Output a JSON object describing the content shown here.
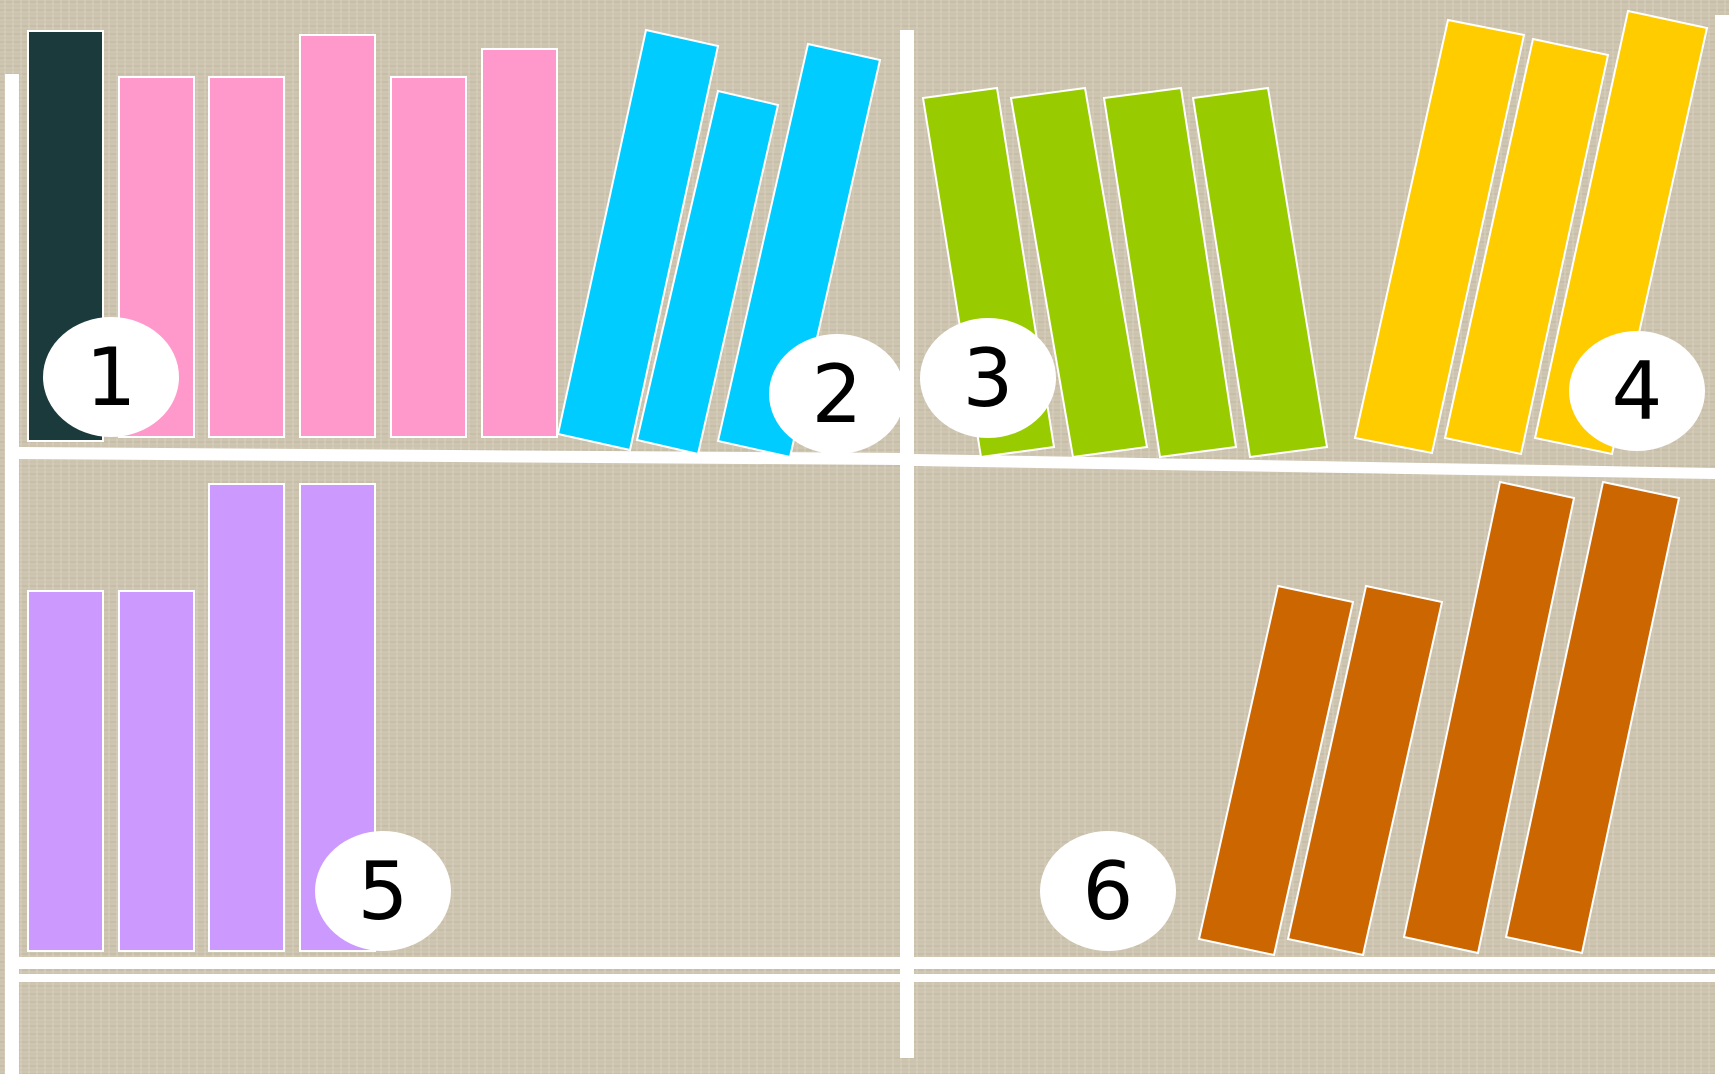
{
  "colors": {
    "background": "#cfc6b2",
    "shelf": "#ffffff",
    "badge": "#ffffff",
    "dark_book": "#1a3a3c",
    "pink": "#ff99cc",
    "cyan": "#00ccff",
    "green": "#99cc00",
    "yellow": "#ffcc00",
    "purple": "#cc99ff",
    "orange": "#cc6600"
  },
  "groups": [
    {
      "label": "1",
      "color": "pink",
      "book_count": 6
    },
    {
      "label": "2",
      "color": "cyan",
      "book_count": 3
    },
    {
      "label": "3",
      "color": "green",
      "book_count": 4
    },
    {
      "label": "4",
      "color": "yellow",
      "book_count": 3
    },
    {
      "label": "5",
      "color": "purple",
      "book_count": 4
    },
    {
      "label": "6",
      "color": "orange",
      "book_count": 4
    }
  ]
}
